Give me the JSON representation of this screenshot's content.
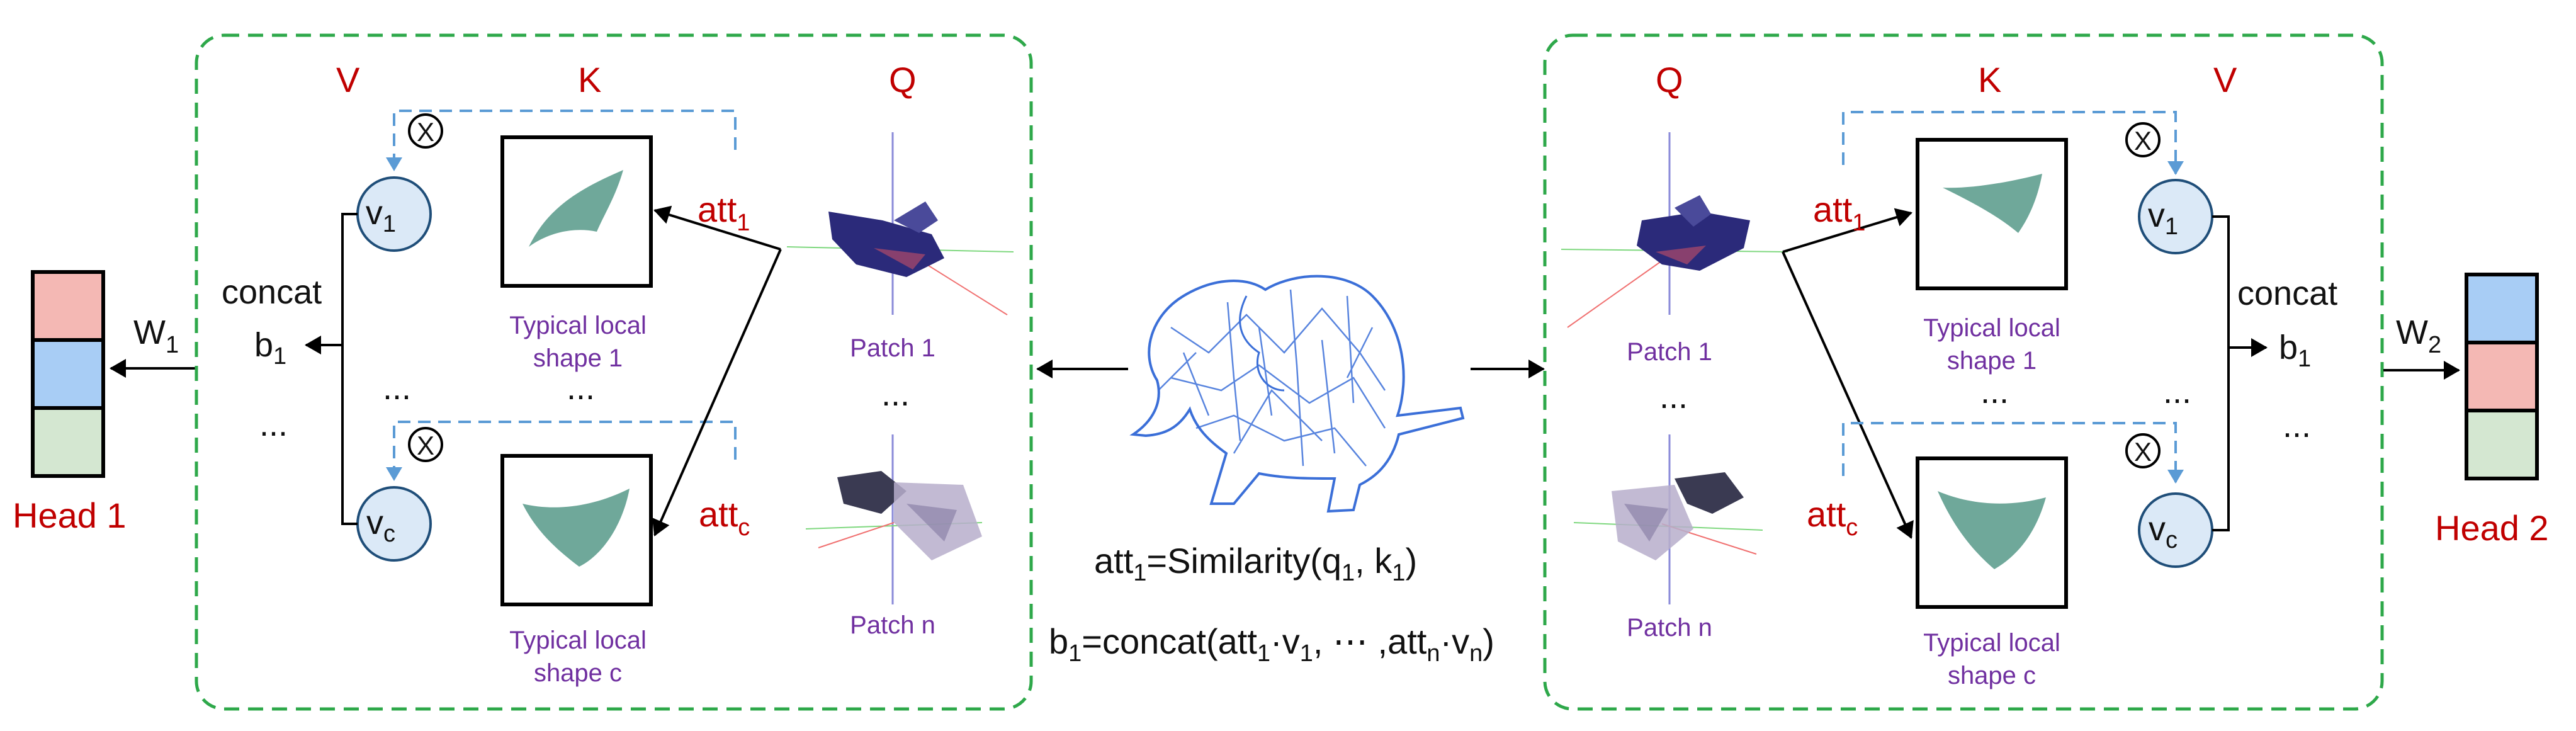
{
  "colors": {
    "frame_green": "#2ea84a",
    "dashed_blue": "#5b9bd5",
    "label_red": "#c00000",
    "label_purple": "#7030a0",
    "value_node_fill": "#dbe9f7",
    "head_pink": "#f4b8b4",
    "head_blue": "#a8cdf5",
    "head_green": "#d4e7d1",
    "surface_teal": "#5f9e8f",
    "mesh_blue": "#3b6fd8"
  },
  "left_block": {
    "v_label": "V",
    "k_label": "K",
    "q_label": "Q",
    "v1_base": "v",
    "v1_sub": "1",
    "vc_base": "v",
    "vc_sub": "c",
    "multiply_symbol": "X",
    "att1_base": "att",
    "att1_sub": "1",
    "attc_base": "att",
    "attc_sub": "c",
    "concat_label": "concat",
    "b1_base": "b",
    "b1_sub": "1",
    "ellipsis_v": "...",
    "ellipsis_k": "...",
    "ellipsis_q": "...",
    "ellipsis_b": "...",
    "k1_caption_line1": "Typical local",
    "k1_caption_line2": "shape 1",
    "kc_caption_line1": "Typical local",
    "kc_caption_line2": "shape c",
    "patch1_caption": "Patch 1",
    "patchn_caption": "Patch n"
  },
  "right_block": {
    "q_label": "Q",
    "k_label": "K",
    "v_label": "V",
    "v1_base": "v",
    "v1_sub": "1",
    "vc_base": "v",
    "vc_sub": "c",
    "multiply_symbol": "X",
    "att1_base": "att",
    "att1_sub": "1",
    "attc_base": "att",
    "attc_sub": "c",
    "concat_label": "concat",
    "b1_base": "b",
    "b1_sub": "1",
    "ellipsis_v": "...",
    "ellipsis_k": "...",
    "ellipsis_q": "...",
    "ellipsis_b": "...",
    "k1_caption_line1": "Typical local",
    "k1_caption_line2": "shape 1",
    "kc_caption_line1": "Typical local",
    "kc_caption_line2": "shape c",
    "patch1_caption": "Patch 1",
    "patchn_caption": "Patch n"
  },
  "head1": {
    "label": "Head 1",
    "w_base": "W",
    "w_sub": "1"
  },
  "head2": {
    "label": "Head 2",
    "w_base": "W",
    "w_sub": "2"
  },
  "formula1": {
    "att_base": "att",
    "att_sub": "1",
    "mid": "=Similarity(q",
    "q_sub": "1",
    "sep": ",  k",
    "k_sub": "1",
    "close": ")"
  },
  "formula2": {
    "b_base": "b",
    "b_sub": "1",
    "p1": "=concat(att",
    "s1": "1",
    "p2": "·v",
    "s2": "1",
    "p3": ", ⋯ ,att",
    "s3": "n",
    "p4": "·v",
    "s4": "n",
    "p5": ")"
  }
}
